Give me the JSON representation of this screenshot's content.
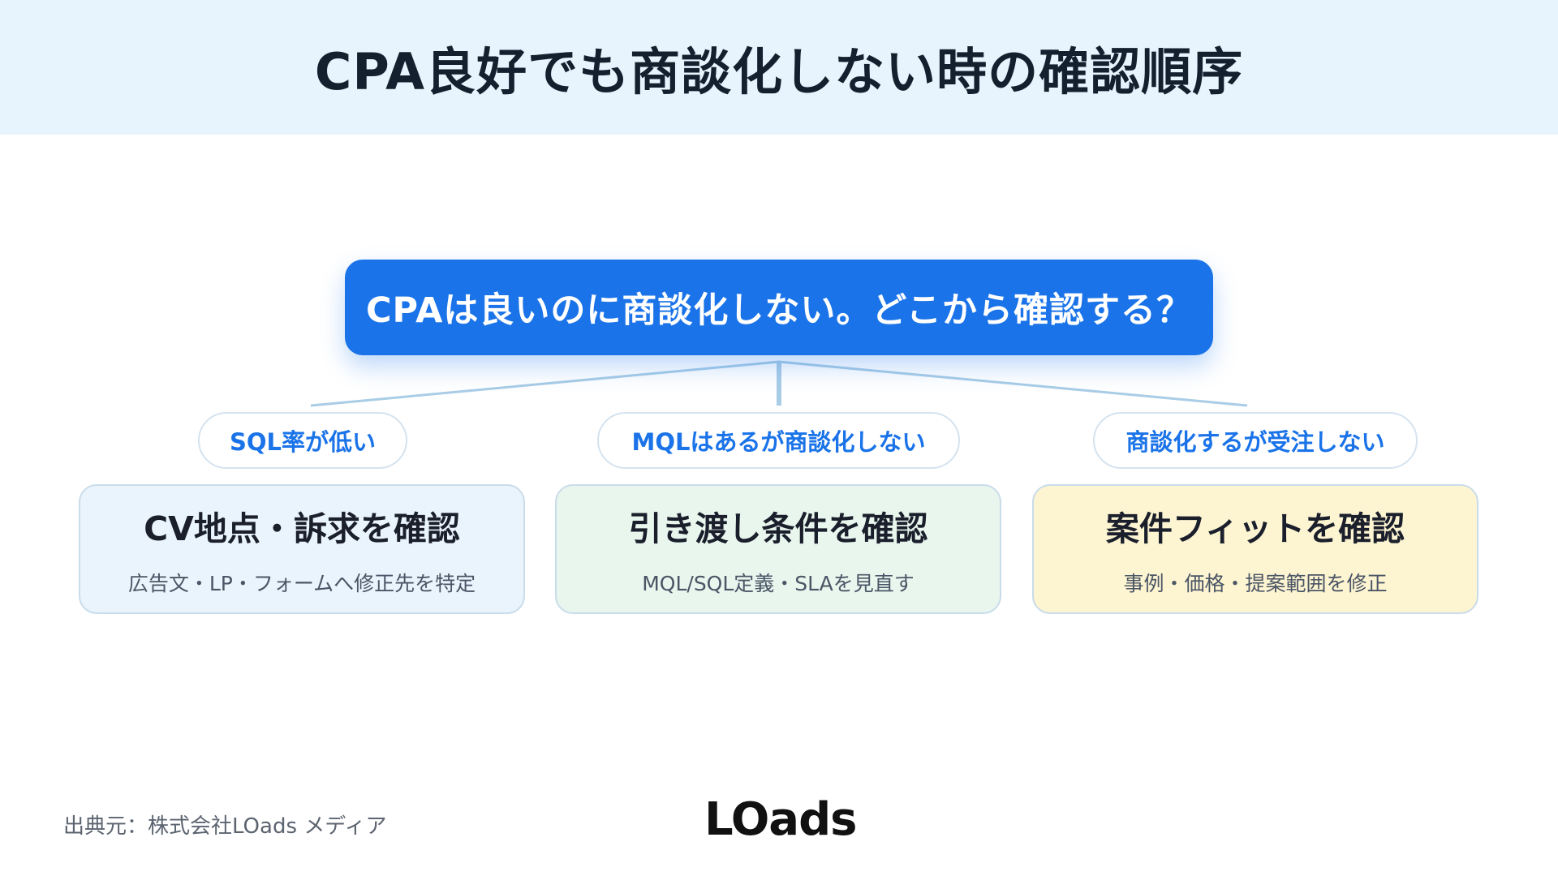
{
  "header": {
    "title": "CPA良好でも商談化しない時の確認順序"
  },
  "question": {
    "text": "CPAは良いのに商談化しない。どこから確認する？"
  },
  "branches": [
    {
      "pill": "SQL率が低い",
      "title": "CV地点・訴求を確認",
      "desc": "広告文・LP・フォームへ修正先を特定"
    },
    {
      "pill": "MQLはあるが商談化しない",
      "title": "引き渡し条件を確認",
      "desc": "MQL/SQL定義・SLAを見直す"
    },
    {
      "pill": "商談化するが受注しない",
      "title": "案件フィットを確認",
      "desc": "事例・価格・提案範囲を修正"
    }
  ],
  "footer": {
    "source": "出典元：株式会社LOads メディア",
    "logo": "LOads"
  },
  "colors": {
    "accent": "#1a73e8",
    "header_bg": "#e8f4fd",
    "connector": "#a9cde6"
  }
}
